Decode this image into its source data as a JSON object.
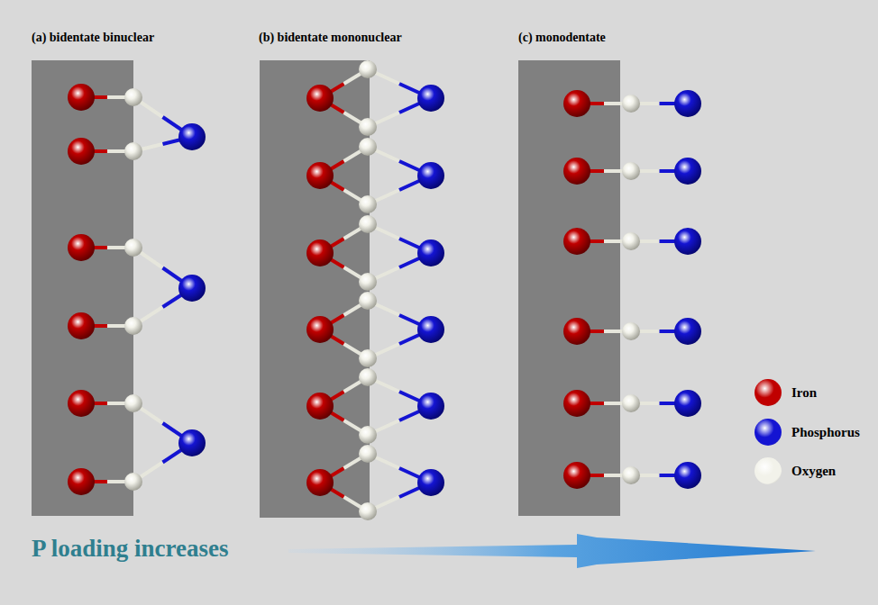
{
  "diagram": {
    "labels": [
      "(a) bidentate binuclear",
      "(b) bidentate mononuclear",
      "(c) monodentate",
      "P loading increases"
    ],
    "legend": [
      {
        "text": "Iron",
        "color": "#c00000"
      },
      {
        "text": "Phosphorus",
        "color": "#1414d2"
      },
      {
        "text": "Oxygen",
        "color": "#f2f2ea"
      }
    ]
  }
}
